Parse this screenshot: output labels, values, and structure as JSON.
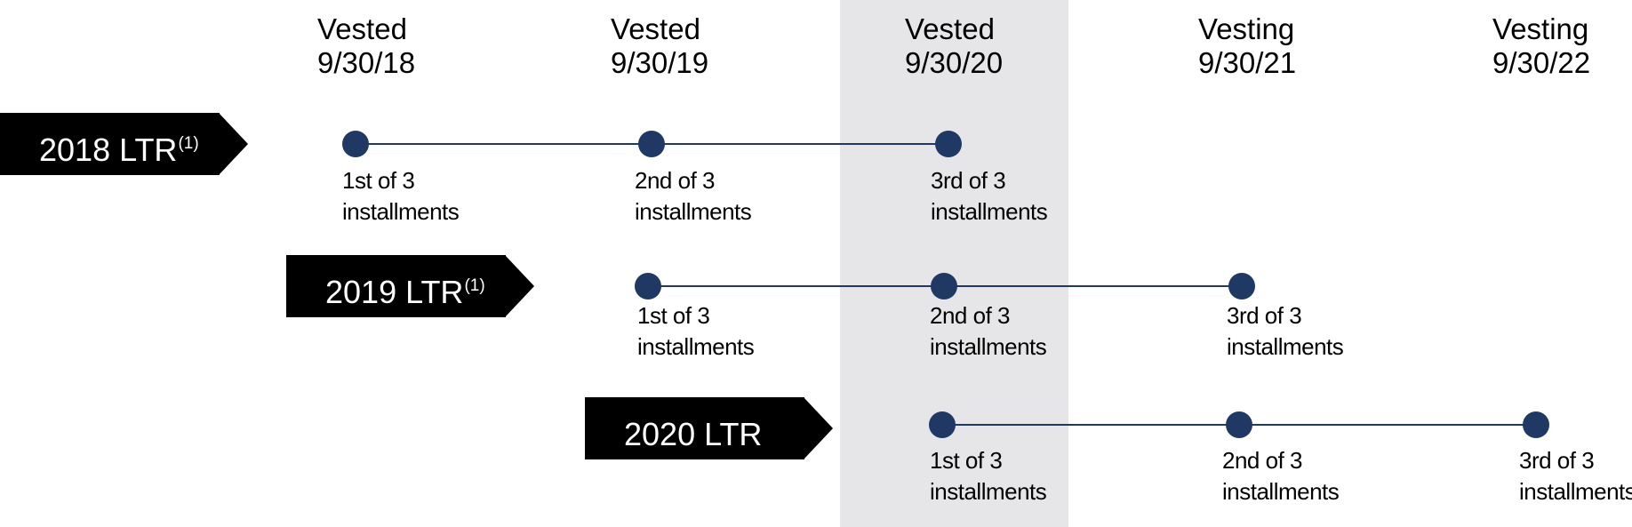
{
  "columns": [
    {
      "status": "Vested",
      "date": "9/30/18"
    },
    {
      "status": "Vested",
      "date": "9/30/19"
    },
    {
      "status": "Vested",
      "date": "9/30/20"
    },
    {
      "status": "Vesting",
      "date": "9/30/21"
    },
    {
      "status": "Vesting",
      "date": "9/30/22"
    }
  ],
  "highlight_column": "9/30/20",
  "colors": {
    "dot": "#1f3864",
    "line": "#1f3864",
    "tag_bg": "#000000",
    "tag_text": "#ffffff",
    "highlight": "#e6e6e8"
  },
  "rows": [
    {
      "label": "2018 LTR",
      "footnote": "(1)",
      "installments": [
        {
          "line1": "1st of 3",
          "line2": "installments"
        },
        {
          "line1": "2nd of 3",
          "line2": "installments"
        },
        {
          "line1": "3rd of 3",
          "line2": "installments"
        }
      ]
    },
    {
      "label": "2019 LTR",
      "footnote": "(1)",
      "installments": [
        {
          "line1": "1st of 3",
          "line2": "installments"
        },
        {
          "line1": "2nd of 3",
          "line2": "installments"
        },
        {
          "line1": "3rd of 3",
          "line2": "installments"
        }
      ]
    },
    {
      "label": "2020 LTR",
      "footnote": "",
      "installments": [
        {
          "line1": "1st of 3",
          "line2": "installments"
        },
        {
          "line1": "2nd of 3",
          "line2": "installments"
        },
        {
          "line1": "3rd of 3",
          "line2": "installments"
        }
      ]
    }
  ]
}
